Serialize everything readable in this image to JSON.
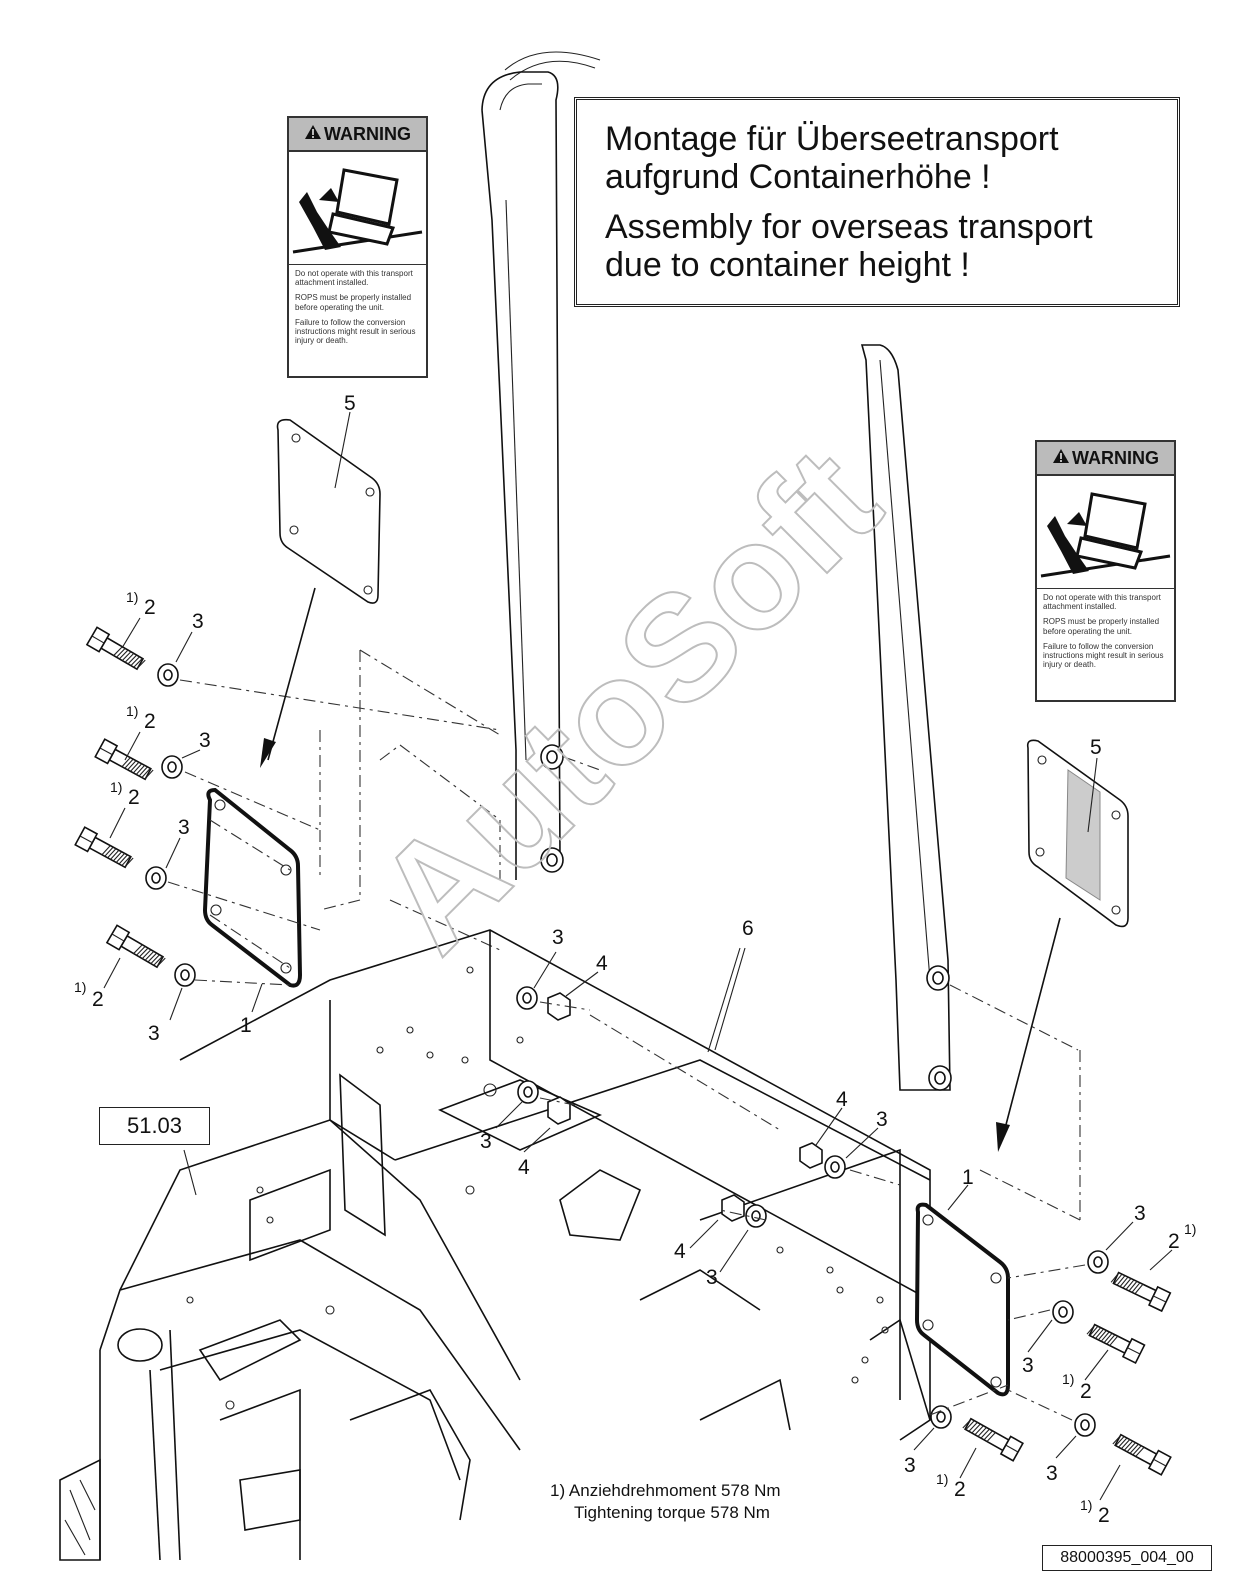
{
  "title": {
    "line_de_1": "Montage für Überseetransport",
    "line_de_2": "aufgrund Containerhöhe !",
    "line_en_1": "Assembly for overseas transport",
    "line_en_2": "due to container height !"
  },
  "warning_label": {
    "header": "WARNING",
    "para_1": "Do not operate with this transport attachment installed.",
    "para_2": "ROPS must be properly installed before operating the unit.",
    "para_3": "Failure to follow the conversion instructions might result in serious injury or death."
  },
  "callouts": {
    "plate": "1",
    "bolt": "2",
    "washer": "3",
    "nut": "4",
    "label": "5",
    "rops": "6",
    "torque_marker": "1)"
  },
  "reference_box": "51.03",
  "footnote": {
    "line_1": "1) Anziehdrehmoment 578 Nm",
    "line_2": "Tightening torque 578 Nm"
  },
  "drawing_id": "88000395_004_00",
  "watermark": "AutoSoft",
  "icons": [
    "warning-triangle-icon",
    "tipping-machine-pictogram-icon"
  ]
}
